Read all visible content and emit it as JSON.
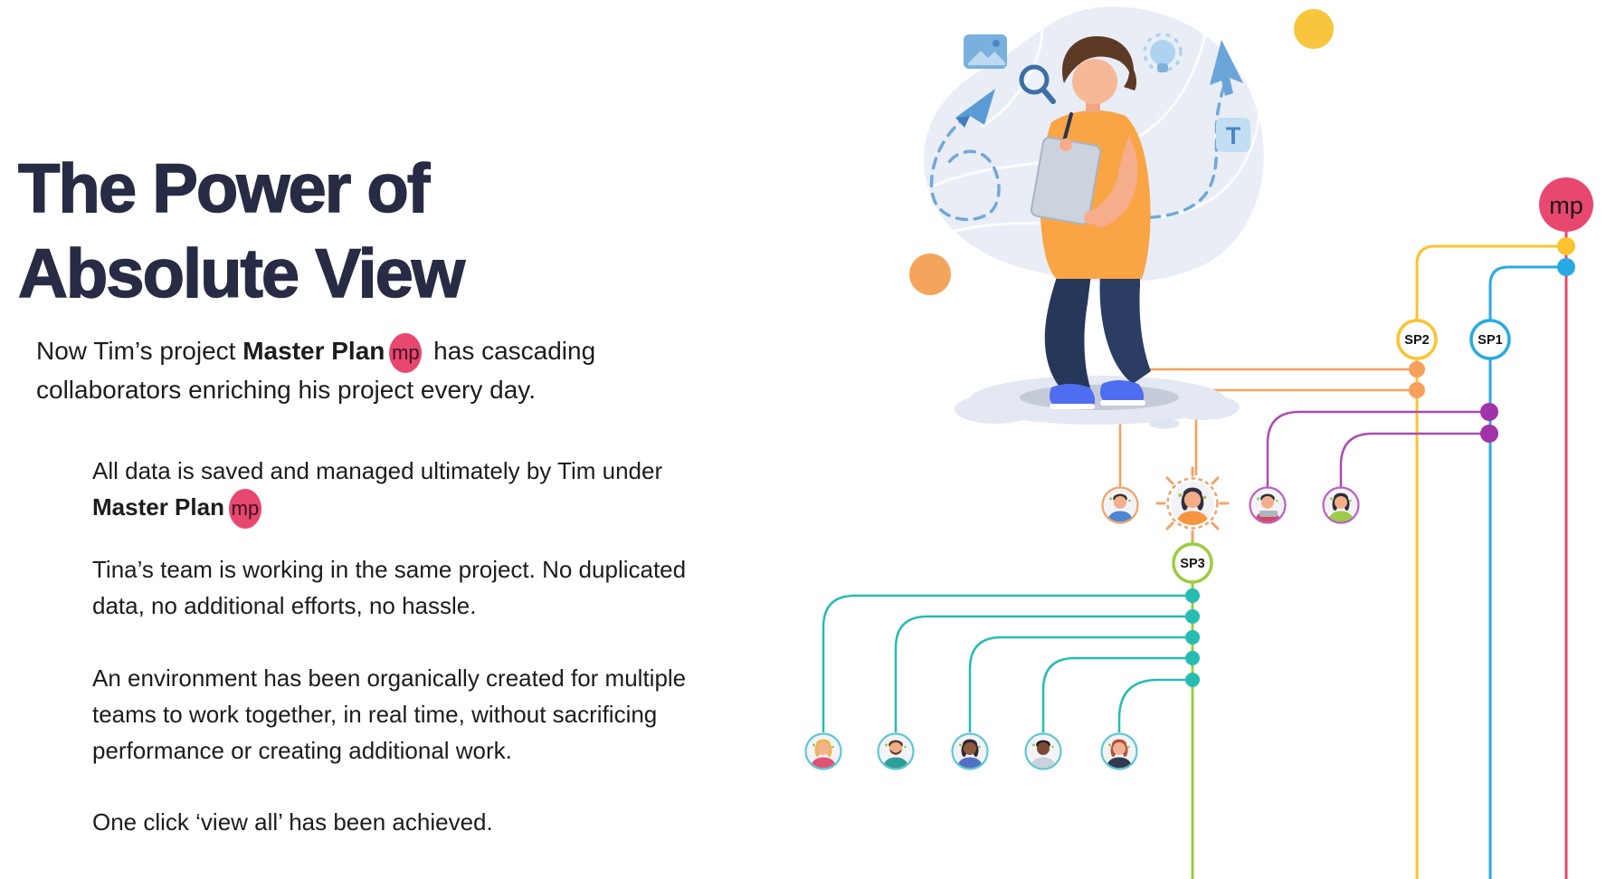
{
  "slide": {
    "title": {
      "line1": "The Power of",
      "line2": "Absolute View"
    },
    "intro": {
      "part1": "Now Tim’s project ",
      "bold": "Master Plan",
      "badge": "mp",
      "part2": " has cascading collaborators enriching his project every day."
    },
    "paragraphs": {
      "p1": {
        "part1": "All data is saved and managed ultimately by Tim under ",
        "bold": "Master Plan",
        "badge": "mp"
      },
      "p2": {
        "text": "Tina’s team is working in the same project. No duplicated data, no additional efforts, no hassle."
      },
      "p3": {
        "text": "An environment has been organically created for multiple teams to work together, in real time, without sacrificing performance or creating additional work."
      },
      "p4": {
        "text": "One click ‘view all’ has been achieved."
      }
    }
  },
  "diagram": {
    "master_node": {
      "id": "mp",
      "label": "mp",
      "color": "#e8476f"
    },
    "subprojects": [
      {
        "id": "SP1",
        "label": "SP1",
        "color": "#29a9e1"
      },
      {
        "id": "SP2",
        "label": "SP2",
        "color": "#fcc330"
      },
      {
        "id": "SP3",
        "label": "SP3",
        "color": "#9bcc3f"
      }
    ],
    "illustration": {
      "subject": "Tim writing on a tablet",
      "t_icon": "T",
      "icons": [
        "picture-icon",
        "magnifier-icon",
        "paper-plane-icon",
        "lightbulb-icon",
        "cursor-icon",
        "text-icon"
      ]
    },
    "collaborators": {
      "row1": [
        "man-blue-shirt",
        "tina-highlighted",
        "person-red-laptop",
        "woman-green-shirt"
      ],
      "row2": [
        "woman-blonde",
        "man-beard-teal",
        "woman-patterned-top",
        "person-striped-shirt",
        "woman-auburn-hair"
      ]
    }
  },
  "colors": {
    "title_navy": "#282b44",
    "body_text": "#1c1c1c",
    "pink": "#e8476f",
    "gold": "#fcc330",
    "orange": "#f6a05c",
    "blue": "#29a9e1",
    "purple_line": "#ab4cb1",
    "purple_dot": "#a232aa",
    "teal": "#26bcb2",
    "green": "#9bcc3f",
    "ring_orange": "#f2a269",
    "ring_purple": "#bb5fc4",
    "ring_teal": "#5fc8d2",
    "illu_blue": "#72a8d6",
    "blob": "#e9edf6",
    "yellow_circle": "#f8c53c",
    "orange_circle": "#f5a55b"
  }
}
